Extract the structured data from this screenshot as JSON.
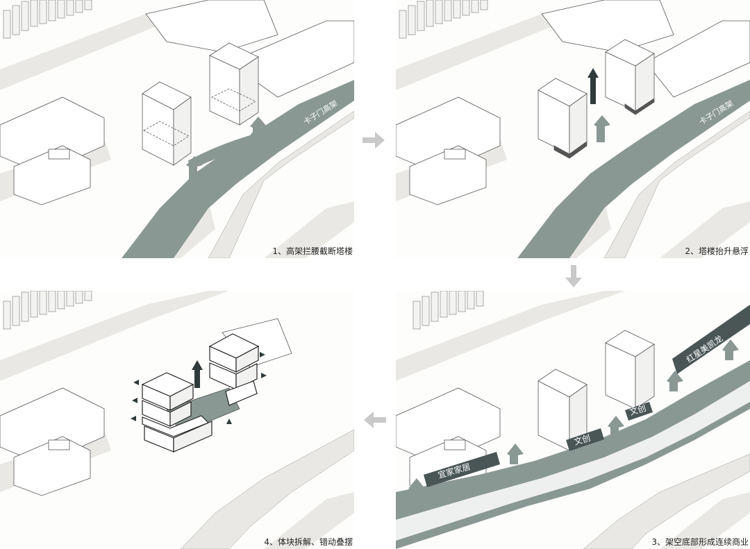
{
  "colors": {
    "road": "#8a9894",
    "ground": "#e9e8e4",
    "block_fill": "#ffffff",
    "line": "#555555",
    "accent_dark": "#2f3a3b",
    "step_arrow": "#c9c9c9"
  },
  "panels": [
    {
      "id": "p1",
      "caption": "1、高架拦腰截断塔楼",
      "road_label": "卡子门高架"
    },
    {
      "id": "p2",
      "caption": "2、塔楼抬升悬浮",
      "road_label": "卡子门高架"
    },
    {
      "id": "p3",
      "caption": "3、架空底部形成连续商业",
      "tags": [
        "宜家家居",
        "文创",
        "文创",
        "红星美凯龙"
      ]
    },
    {
      "id": "p4",
      "caption": "4、体块拆解、错动叠摆"
    }
  ],
  "step_arrows": [
    {
      "direction": "right",
      "icon": "arrow-right-icon"
    },
    {
      "direction": "down",
      "icon": "arrow-down-icon"
    },
    {
      "direction": "left",
      "icon": "arrow-left-icon"
    }
  ]
}
